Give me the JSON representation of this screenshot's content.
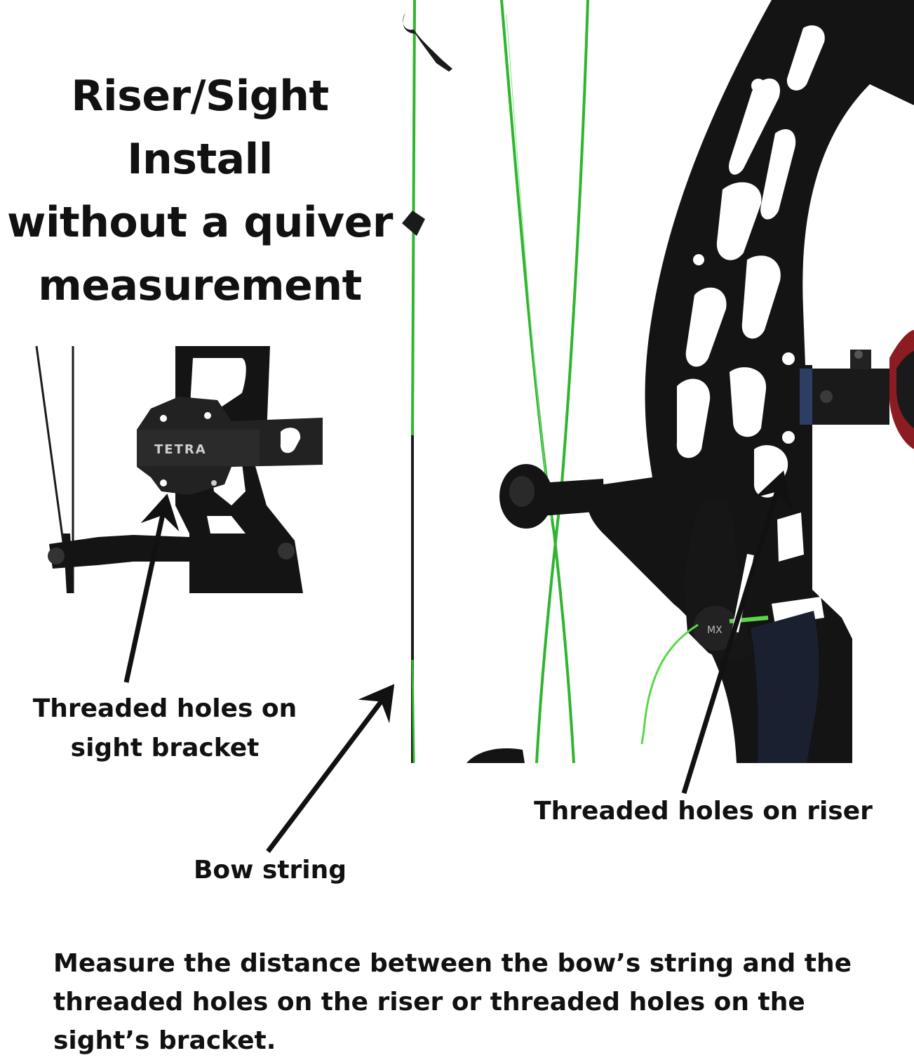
{
  "title": {
    "line1": "Riser/Sight Install",
    "line2": "without a quiver",
    "line3": "measurement"
  },
  "labels": {
    "sight_bracket_line1": "Threaded holes on",
    "sight_bracket_line2": "sight bracket",
    "riser": "Threaded holes on riser",
    "bow_string": "Bow string"
  },
  "instruction": "Measure the distance between the bow’s string and the threaded holes on the riser or threaded holes on the sight’s bracket.",
  "sight_brand": "TETRA",
  "rest_brand": "MX",
  "colors": {
    "riser": "#141414",
    "string_green": "#2fb52f",
    "string_dark": "#1a1a1a",
    "arrow": "#111111",
    "sight_accent": "#2c3e63",
    "sight_ring": "#8a1c22",
    "release_green": "#5cd64a"
  },
  "icons": {
    "arrows": "arrow-icon",
    "holes": "threaded-hole-icon"
  }
}
